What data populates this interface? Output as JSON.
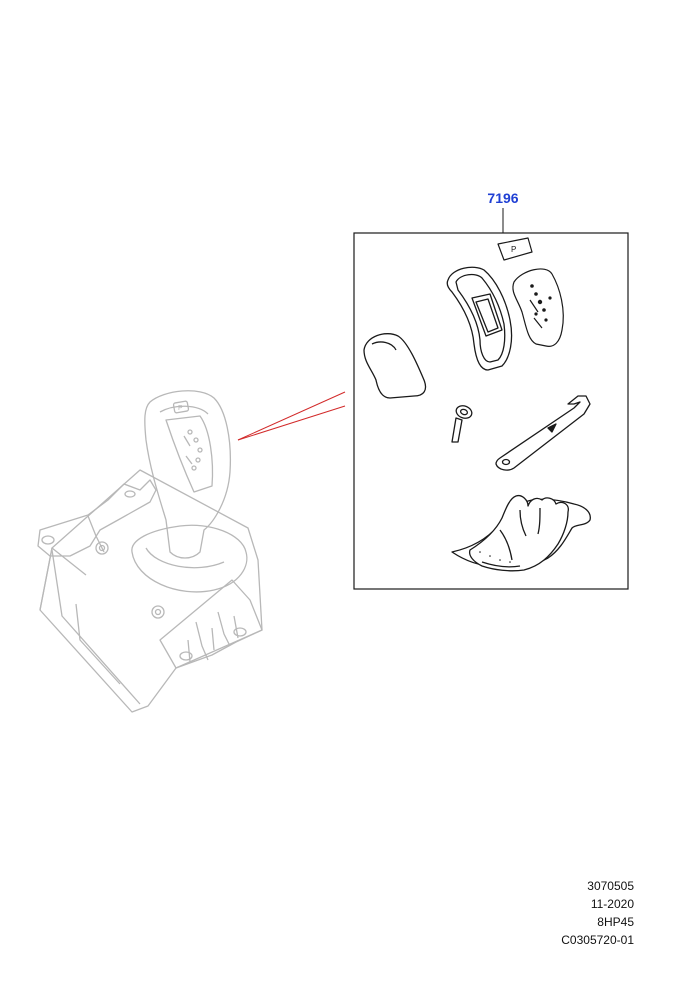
{
  "diagram": {
    "part_number": "7196",
    "colors": {
      "callout_link": "#1f3fd4",
      "leader_line": "#d22a2a",
      "ghost_assembly": "#b8b8b8",
      "kit_parts": "#1a1a1a"
    },
    "kit_contents": [
      "selector-knob-cap-icon",
      "p-button-cap-icon",
      "shift-gate-surround-icon",
      "shift-pattern-indicator-icon",
      "screw-icon",
      "removal-tool-icon",
      "gloves-icon"
    ]
  },
  "info": {
    "line1": "3070505",
    "line2": "11-2020",
    "line3": "8HP45",
    "line4": "C0305720-01"
  }
}
